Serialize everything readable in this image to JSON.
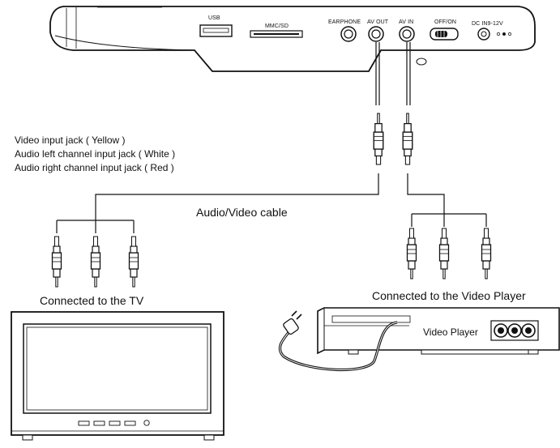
{
  "player_ports": {
    "usb": "USB",
    "mmc_sd": "MMC/SD",
    "earphone": "EARPHONE",
    "av_out": "AV OUT",
    "av_in": "AV IN",
    "off_on": "OFF/ON",
    "dc_in": "DC IN9-12V"
  },
  "legend": {
    "video_jack": "Video input jack ( Yellow )",
    "audio_left": "Audio left channel  input jack ( White )",
    "audio_right": "Audio right channel  input jack ( Red )"
  },
  "cable_label": "Audio/Video cable",
  "tv_caption": "Connected to the TV",
  "video_player_caption": "Connected to the Video Player",
  "video_player_label": "Video Player",
  "colors": {
    "line": "#111111",
    "background": "#ffffff"
  }
}
